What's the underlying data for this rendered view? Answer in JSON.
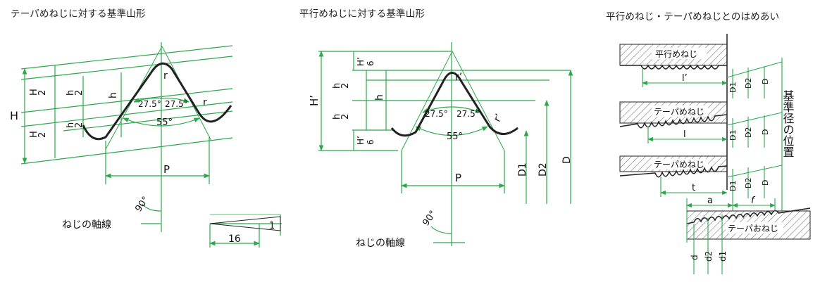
{
  "titles": {
    "taper": "テーパめねじに対する基準山形",
    "parallel": "平行めねじに対する基準山形",
    "fit": "平行めねじ・テーパめねじとのはめあい"
  },
  "taper_fig": {
    "H": "H",
    "H_half_num": "H",
    "H_half_den": "2",
    "h_half_num": "h",
    "h_half_den": "2",
    "h": "h",
    "r": "r",
    "angle_left": "27.5°",
    "angle_right": "27.5°",
    "angle_total": "55°",
    "pitch": "P",
    "axis_angle": "90°",
    "axis_label": "ねじの軸線",
    "taper_rise": "1",
    "taper_run": "16"
  },
  "parallel_fig": {
    "H_prime": "H’",
    "H_prime_num": "H’",
    "H_prime_den": "6",
    "h_half_num": "h",
    "h_half_den": "2",
    "h": "h",
    "r_prime": "r’",
    "angle_left": "27.5°",
    "angle_right": "27.5°",
    "angle_total": "55°",
    "pitch": "P",
    "D1": "D1",
    "D2": "D2",
    "D": "D",
    "axis_angle": "90°",
    "axis_label": "ねじの軸線"
  },
  "fit_fig": {
    "parallel_internal": "平行めねじ",
    "taper_internal_1": "テーパめねじ",
    "taper_internal_2": "テーパめねじ",
    "taper_external": "テーパおねじ",
    "l_prime": "l’",
    "l": "l",
    "t": "t",
    "a": "a",
    "f": "f",
    "D1": "D1",
    "D2": "D2",
    "D": "D",
    "d": "d",
    "d2": "d2",
    "d1": "d1",
    "reference_position": "基準径の位置"
  }
}
